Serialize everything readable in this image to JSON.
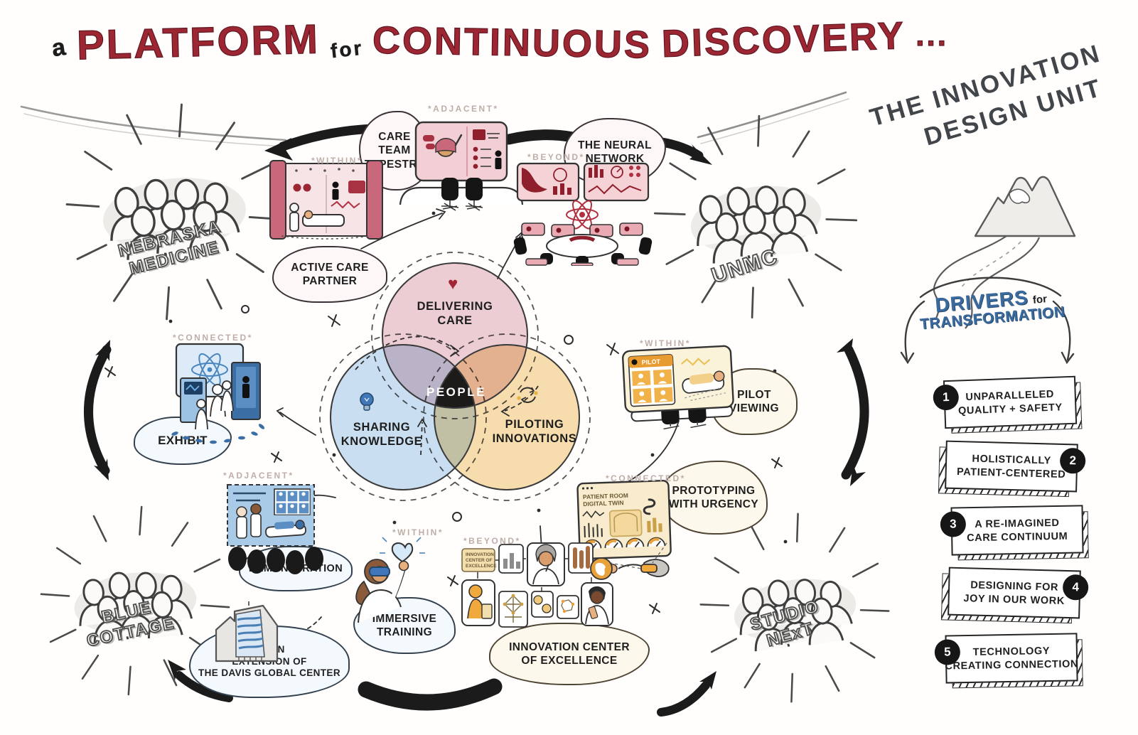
{
  "title": {
    "a": "a",
    "platform": "PLATFORM",
    "for": "for",
    "continuous": "CONTINUOUS",
    "discovery": "DISCOVERY",
    "ellipsis": "..."
  },
  "unit": {
    "line1": "THE INNOVATION",
    "line2": "DESIGN UNIT"
  },
  "drivers": {
    "heading": {
      "word1": "DRIVERS",
      "word2": "for",
      "word3": "TRANSFORMATION"
    },
    "items": [
      {
        "num": "1",
        "line1": "UNPARALLELED",
        "line2": "QUALITY + SAFETY"
      },
      {
        "num": "2",
        "line1": "HOLISTICALLY",
        "line2": "PATIENT-CENTERED"
      },
      {
        "num": "3",
        "line1": "A RE-IMAGINED",
        "line2": "CARE CONTINUUM"
      },
      {
        "num": "4",
        "line1": "DESIGNING FOR",
        "line2": "JOY IN OUR WORK"
      },
      {
        "num": "5",
        "line1": "TECHNOLOGY",
        "line2": "CREATING CONNECTION"
      }
    ]
  },
  "venn": {
    "delivering": {
      "line1": "DELIVERING",
      "line2": "CARE"
    },
    "sharing": {
      "line1": "SHARING",
      "line2": "KNOWLEDGE"
    },
    "piloting": {
      "line1": "PILOTING",
      "line2": "INNOVATIONS"
    },
    "center": "PEOPLE"
  },
  "groups": {
    "nebraska": {
      "line1": "NEBRASKA",
      "line2": "MEDICINE"
    },
    "unmc": "UNMC",
    "blue_cottage": {
      "line1": "BLUE",
      "line2": "COTTAGE"
    },
    "studio_next": {
      "line1": "STUDIO",
      "line2": "NExT"
    }
  },
  "scenes": {
    "active_care_partner": {
      "tag": "*WITHIN*",
      "line1": "ACTIVE CARE",
      "line2": "PARTNER"
    },
    "care_team_tapestry": {
      "tag": "*ADJACENT*",
      "line1": "CARE",
      "line2": "TEAM",
      "line3": "TAPESTRY"
    },
    "neural_network": {
      "tag": "*BEYOND*",
      "line1": "THE NEURAL",
      "line2": "NETWORK"
    },
    "pilot_viewing": {
      "tag": "*WITHIN*",
      "line1": "PILOT",
      "line2": "VIEWING",
      "screen_title": "PILOT"
    },
    "prototyping": {
      "tag": "*CONNECTED*",
      "line1": "PROTOTYPING",
      "line2": "WITH URGENCY",
      "panel_line1": "PATIENT ROOM",
      "panel_line2": "DIGITAL TWIN"
    },
    "exhibit": {
      "tag": "*CONNECTED*",
      "label": "EXHIBIT"
    },
    "demonstration": {
      "tag": "*ADJACENT*",
      "label": "DEMONSTRATION"
    },
    "immersive_training": {
      "tag": "*WITHIN*",
      "line1": "IMMERSIVE",
      "line2": "TRAINING"
    },
    "innovation_center": {
      "tag": "*BEYOND*",
      "line1": "INNOVATION CENTER",
      "line2": "OF EXCELLENCE",
      "card_line1": "INNOVATION",
      "card_line2": "CENTER OF",
      "card_line3": "EXCELLENCE"
    },
    "davis": {
      "line1": "AS AN",
      "line2": "EXTENSION OF",
      "line3": "THE DAVIS GLOBAL CENTER"
    }
  },
  "colors": {
    "accent_red": "#9c2733",
    "accent_blue": "#3b6b9e",
    "venn_pink": "#eccdd3",
    "venn_blue": "#c9def0",
    "venn_orange": "#f7ddae",
    "venn_center": "#1d1b1a"
  }
}
